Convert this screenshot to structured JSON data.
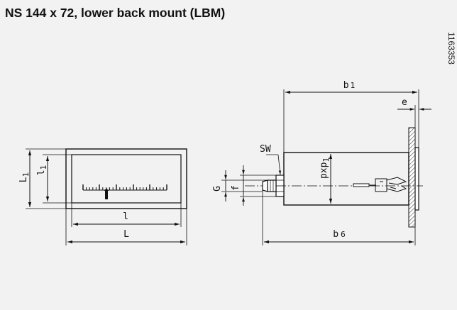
{
  "title": "NS 144 x 72, lower back mount (LBM)",
  "doc_number": "1163353",
  "labels": {
    "b1": "b",
    "b1_sub": "1",
    "b6": "b",
    "b6_sub": "6",
    "e": "e",
    "sw": "SW",
    "pxp": "pxp",
    "pxp_sub": "1",
    "G": "G",
    "f": "f",
    "L1": "L",
    "L1_sub": "1",
    "l1": "l",
    "l1_sub": "1",
    "l": "l",
    "L": "L"
  }
}
